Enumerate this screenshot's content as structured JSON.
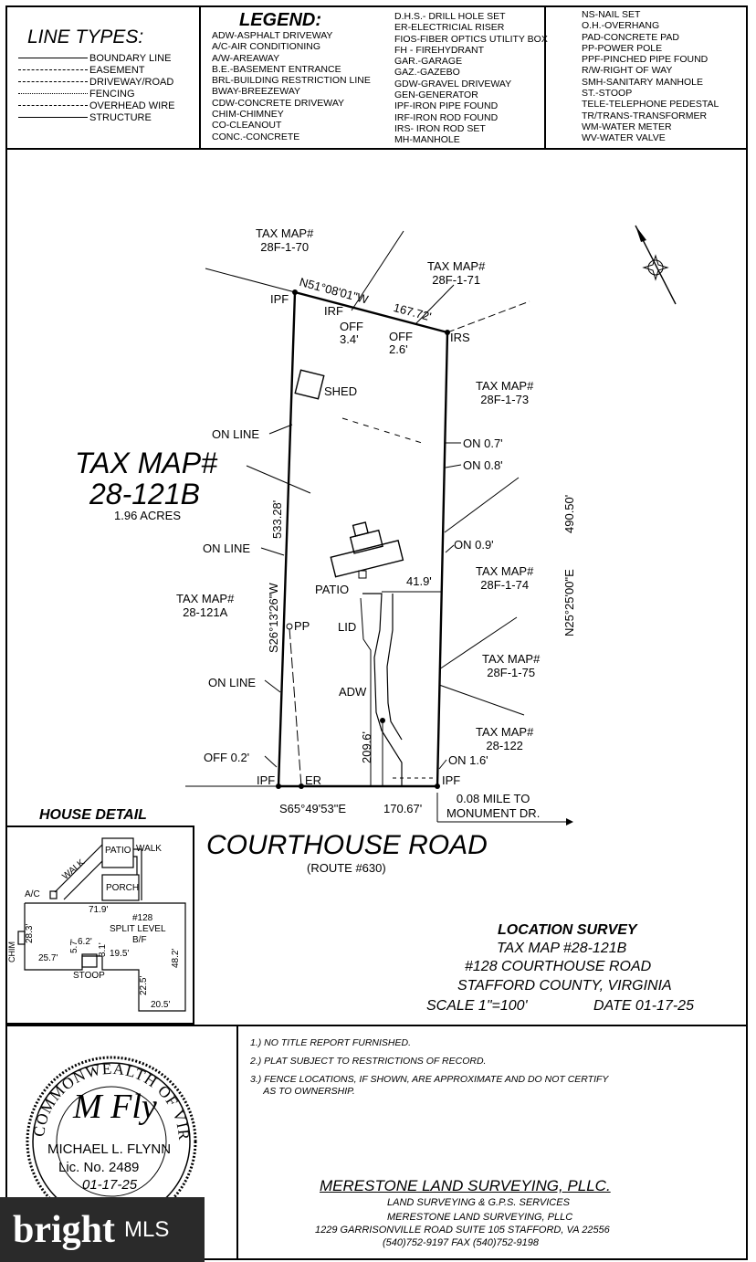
{
  "line_types": {
    "title": "LINE TYPES:",
    "items": [
      "BOUNDARY LINE",
      "EASEMENT",
      "DRIVEWAY/ROAD",
      "FENCING",
      "OVERHEAD WIRE",
      "STRUCTURE"
    ]
  },
  "legend": {
    "title": "LEGEND:",
    "col1": [
      "ADW-ASPHALT DRIVEWAY",
      "A/C-AIR CONDITIONING",
      "A/W-AREAWAY",
      "B.E.-BASEMENT ENTRANCE",
      "BRL-BUILDING RESTRICTION LINE",
      "BWAY-BREEZEWAY",
      "CDW-CONCRETE DRIVEWAY",
      "CHIM-CHIMNEY",
      "CO-CLEANOUT",
      "CONC.-CONCRETE"
    ],
    "col2": [
      "D.H.S.- DRILL HOLE SET",
      "ER-ELECTRICIAL RISER",
      "FIOS-FIBER OPTICS UTILITY BOX",
      "FH - FIREHYDRANT",
      "GAR.-GARAGE",
      "GAZ.-GAZEBO",
      "GDW-GRAVEL DRIVEWAY",
      "GEN-GENERATOR",
      "IPF-IRON PIPE FOUND",
      "IRF-IRON ROD FOUND",
      "IRS- IRON ROD SET",
      "MH-MANHOLE"
    ],
    "col3": [
      "NS-NAIL SET",
      "O.H.-OVERHANG",
      "PAD-CONCRETE PAD",
      "PP-POWER POLE",
      "PPF-PINCHED PIPE FOUND",
      "R/W-RIGHT OF WAY",
      "SMH-SANITARY MANHOLE",
      "ST.-STOOP",
      "TELE-TELEPHONE PEDESTAL",
      "TR/TRANS-TRANSFORMER",
      "WM-WATER METER",
      "WV-WATER VALVE"
    ]
  },
  "plat": {
    "tm_70": "TAX MAP#\n28F-1-70",
    "tm_71": "TAX MAP#\n28F-1-71",
    "tm_73": "TAX MAP#\n28F-1-73",
    "tm_74": "TAX MAP#\n28F-1-74",
    "tm_75": "TAX MAP#\n28F-1-75",
    "tm_122": "TAX MAP#\n28-122",
    "tm_121a": "TAX MAP#\n28-121A",
    "main_tm_1": "TAX MAP#",
    "main_tm_2": "28-121B",
    "acres": "1.96 ACRES",
    "north_bearing": "N51°08'01\"W",
    "north_dist": "167.72'",
    "west_bearing": "S26°13'26\"W",
    "west_dist": "533.28'",
    "east_bearing": "N25°25'00\"E",
    "east_dist": "490.50'",
    "south_bearing": "S65°49'53\"E",
    "south_dist": "170.67'",
    "ipf": "IPF",
    "irf": "IRF",
    "irs": "IRS",
    "off_34": "OFF\n3.4'",
    "off_26": "OFF\n2.6'",
    "shed": "SHED",
    "on_line": "ON LINE",
    "on_07": "ON 0.7'",
    "on_08": "ON 0.8'",
    "on_09": "ON 0.9'",
    "on_16": "ON 1.6'",
    "off_02": "OFF 0.2'",
    "patio": "PATIO",
    "lid": "LID",
    "pp": "PP",
    "adw": "ADW",
    "dist_419": "41.9'",
    "dist_2096": "209.6'",
    "er": "ER",
    "mile": "0.08 MILE TO\nMONUMENT DR."
  },
  "road": {
    "name": "COURTHOUSE ROAD",
    "route": "(ROUTE #630)"
  },
  "house_detail": {
    "title": "HOUSE DETAIL",
    "patio": "PATIO",
    "walk1": "WALK",
    "walk2": "WALK",
    "porch": "PORCH",
    "ac": "A/C",
    "d_719": "71.9'",
    "num": "#128",
    "split": "SPLIT LEVEL",
    "bf": "B/F",
    "d_283": "28.3'",
    "chim": "CHIM",
    "d_257": "25.7'",
    "d_57": "5.7'",
    "d_62": "6.2'",
    "d_31": "3.1'",
    "d_195": "19.5'",
    "d_482": "48.2'",
    "stoop": "STOOP",
    "d_225": "22.5'",
    "d_205": "20.5'"
  },
  "survey": {
    "title": "LOCATION SURVEY",
    "line1": "TAX MAP #28-121B",
    "line2": "#128 COURTHOUSE ROAD",
    "line3": "STAFFORD COUNTY, VIRGINIA",
    "scale": "SCALE 1\"=100'",
    "date": "DATE 01-17-25"
  },
  "notes": [
    "1.) NO TITLE REPORT FURNISHED.",
    "2.) PLAT SUBJECT TO RESTRICTIONS OF RECORD.",
    "3.) FENCE LOCATIONS, IF SHOWN, ARE APPROXIMATE AND DO NOT CERTIFY",
    "     AS TO OWNERSHIP."
  ],
  "seal": {
    "arc_text": "COMMONWEALTH OF VIRGINIA",
    "signature": "M Fly",
    "name": "MICHAEL L. FLYNN",
    "lic": "Lic. No. 2489",
    "date": "01-17-25"
  },
  "company": {
    "name": "MERESTONE LAND SURVEYING, PLLC.",
    "services": "LAND SURVEYING & G.P.S. SERVICES",
    "name2": "MERESTONE LAND SURVEYING, PLLC",
    "address": "1229 GARRISONVILLE ROAD SUITE 105   STAFFORD, VA 22556",
    "phone": "(540)752-9197  FAX (540)752-9198"
  },
  "watermark": {
    "brand": "bright",
    "suffix": "MLS"
  },
  "colors": {
    "ink": "#000000",
    "watermark_bg": "#2a2a2a"
  }
}
